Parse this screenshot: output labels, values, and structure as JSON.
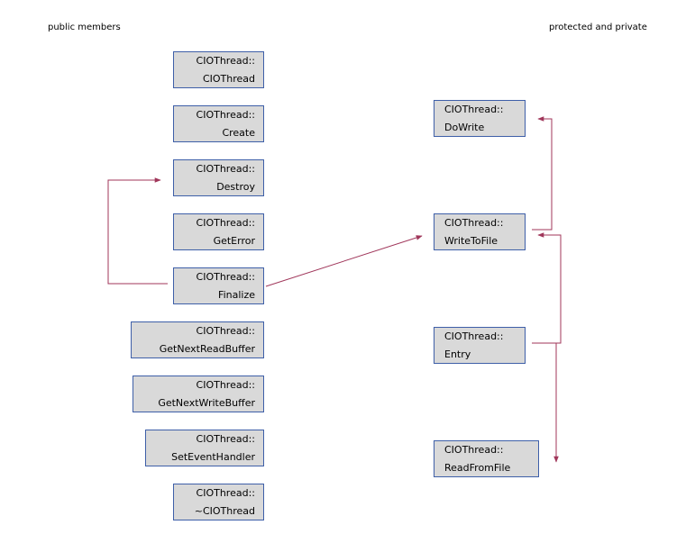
{
  "sections": {
    "public_label": "public members",
    "private_label": "protected and private"
  },
  "public_members": [
    {
      "id": "ctor",
      "line1": "CIOThread::",
      "line2": "CIOThread"
    },
    {
      "id": "create",
      "line1": "CIOThread::",
      "line2": "Create"
    },
    {
      "id": "destroy",
      "line1": "CIOThread::",
      "line2": "Destroy"
    },
    {
      "id": "geterror",
      "line1": "CIOThread::",
      "line2": "GetError"
    },
    {
      "id": "finalize",
      "line1": "CIOThread::",
      "line2": "Finalize"
    },
    {
      "id": "getnextreadbuffer",
      "line1": "CIOThread::",
      "line2": "GetNextReadBuffer"
    },
    {
      "id": "getnextwritebuffer",
      "line1": "CIOThread::",
      "line2": "GetNextWriteBuffer"
    },
    {
      "id": "seteventhandler",
      "line1": "CIOThread::",
      "line2": "SetEventHandler"
    },
    {
      "id": "dtor",
      "line1": "CIOThread::",
      "line2": "~CIOThread"
    }
  ],
  "private_members": [
    {
      "id": "dowrite",
      "line1": "CIOThread::",
      "line2": "DoWrite"
    },
    {
      "id": "writetofile",
      "line1": "CIOThread::",
      "line2": "WriteToFile"
    },
    {
      "id": "entry",
      "line1": "CIOThread::",
      "line2": "Entry"
    },
    {
      "id": "readfromfile",
      "line1": "CIOThread::",
      "line2": "ReadFromFile"
    }
  ],
  "calls": [
    {
      "from": "finalize",
      "to": "destroy"
    },
    {
      "from": "finalize",
      "to": "writetofile"
    },
    {
      "from": "writetofile",
      "to": "dowrite"
    },
    {
      "from": "entry",
      "to": "writetofile"
    },
    {
      "from": "entry",
      "to": "readfromfile"
    }
  ],
  "colors": {
    "node_fill": "#d9d9d9",
    "node_border": "#3e5fa8",
    "edge": "#a0365a"
  }
}
